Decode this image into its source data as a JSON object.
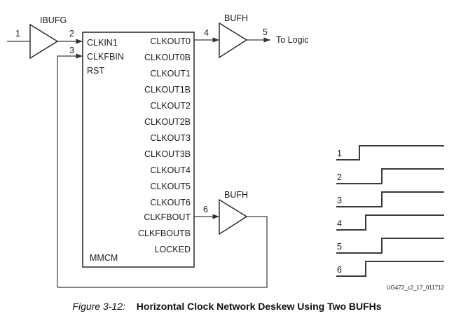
{
  "diagram": {
    "input_buffer": {
      "label": "IBUFG"
    },
    "output_buffer": {
      "label": "BUFH"
    },
    "feedback_buffer": {
      "label": "BUFH"
    },
    "mmcm": {
      "label": "MMCM",
      "inputs": [
        "CLKIN1",
        "CLKFBIN",
        "RST"
      ],
      "outputs": [
        "CLKOUT0",
        "CLKOUT0B",
        "CLKOUT1",
        "CLKOUT1B",
        "CLKOUT2",
        "CLKOUT2B",
        "CLKOUT3",
        "CLKOUT3B",
        "CLKOUT4",
        "CLKOUT5",
        "CLKOUT6",
        "CLKFBOUT",
        "CLKFBOUTB",
        "LOCKED"
      ]
    },
    "nodes": {
      "n1": "1",
      "n2": "2",
      "n3": "3",
      "n4": "4",
      "n5": "5",
      "n6": "6"
    },
    "to_logic": "To Logic",
    "waveforms": {
      "labels": [
        "1",
        "2",
        "3",
        "4",
        "5",
        "6"
      ],
      "edge_delay": [
        "early",
        "late",
        "late",
        "mid",
        "late",
        "mid"
      ]
    },
    "figure_id": "UG472_c2_17_011712"
  },
  "caption": {
    "figure_number": "Figure 3-12:",
    "title": "Horizontal Clock Network Deskew Using Two BUFHs"
  }
}
